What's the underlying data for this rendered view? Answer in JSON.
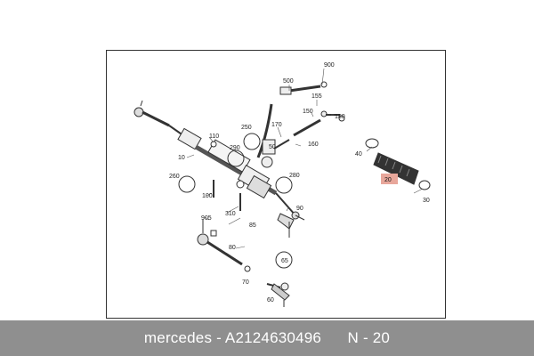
{
  "callouts": {
    "c900": "900",
    "c500": "500",
    "c155": "155",
    "c150": "150",
    "c180": "180",
    "c170": "170",
    "c250": "250",
    "c110": "110",
    "c290": "290",
    "c50": "50",
    "c160": "160",
    "c10": "10",
    "c40": "40",
    "c280": "280",
    "c260": "260",
    "c20": "20",
    "c100": "100",
    "c30": "30",
    "c905": "905",
    "c310": "310",
    "c90": "90",
    "c85": "85",
    "c80": "80",
    "c65": "65",
    "c70": "70",
    "c60": "60"
  },
  "highlight_color": "#e8a79b",
  "footer": {
    "text": "mercedes - A2124630496      N - 20"
  }
}
